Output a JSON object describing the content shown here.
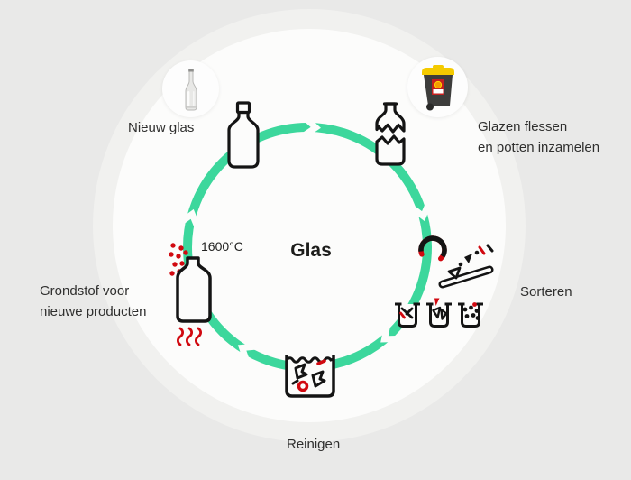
{
  "diagram": {
    "title": "Glas",
    "type": "recycling-cycle",
    "temperature_label": "1600°C",
    "stages": [
      {
        "id": "nieuw-glas",
        "label_line1": "Nieuw glas",
        "label_line2": "",
        "icon": "glass-bottle"
      },
      {
        "id": "inzamelen",
        "label_line1": "Glazen flessen",
        "label_line2": "en potten inzamelen",
        "icon": "broken-bottle"
      },
      {
        "id": "sorteren",
        "label_line1": "Sorteren",
        "label_line2": "",
        "icon": "magnet-conveyor-and-bins"
      },
      {
        "id": "reinigen",
        "label_line1": "Reinigen",
        "label_line2": "",
        "icon": "washing-tub"
      },
      {
        "id": "grondstof",
        "label_line1": "Grondstof voor",
        "label_line2": "nieuwe producten",
        "icon": "melting-bottle"
      }
    ],
    "badges": [
      {
        "id": "nieuw-glas-badge",
        "icon": "clear-glass-bottle-photo"
      },
      {
        "id": "inzamelen-badge",
        "icon": "yellow-lid-wheelie-bin-photo"
      }
    ],
    "colors": {
      "background": "#e9e9e8",
      "circle": "#fcfcfb",
      "ring_green": "#3cd79c",
      "icon_stroke": "#141414",
      "accent_red": "#d10910",
      "text": "#2f2f2e",
      "bin_lid_yellow": "#f4ca00",
      "bin_body_gray": "#3d3d3c"
    }
  }
}
